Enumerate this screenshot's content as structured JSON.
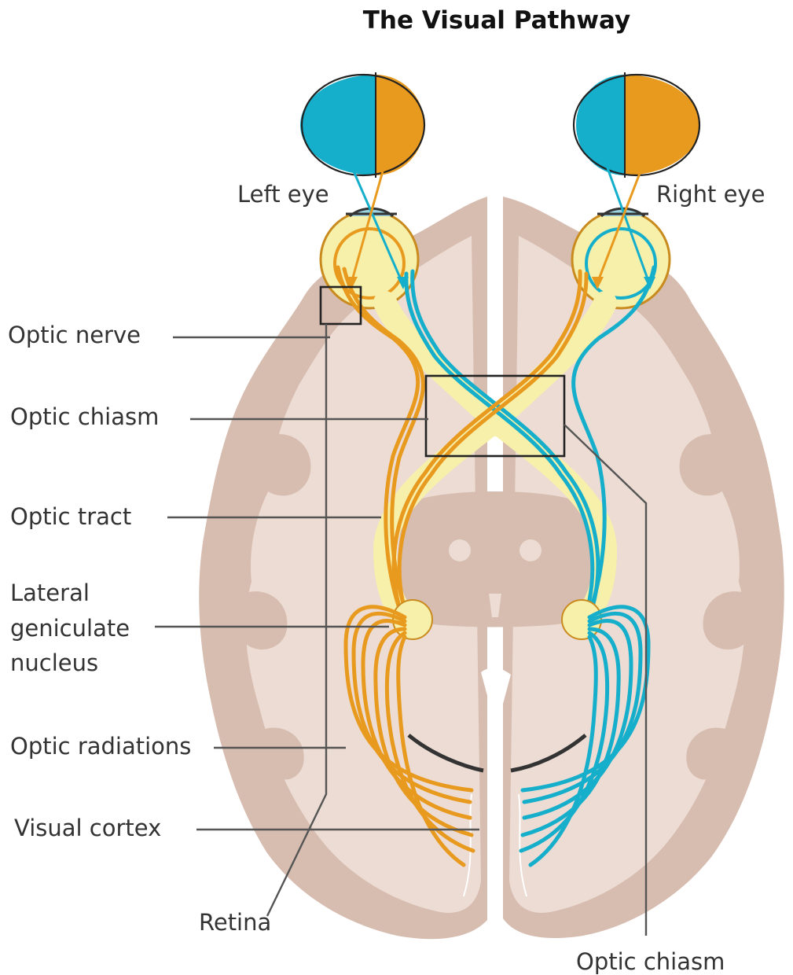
{
  "title": "The Visual Pathway",
  "labels": {
    "left_eye": "Left eye",
    "right_eye": "Right eye",
    "optic_nerve": "Optic  nerve",
    "optic_chiasm": "Optic chiasm",
    "optic_tract": "Optic tract",
    "lgn_line1": "Lateral",
    "lgn_line2": "geniculate",
    "lgn_line3": "nucleus",
    "optic_radiations": "Optic radiations",
    "visual_cortex": "Visual cortex",
    "retina": "Retina",
    "optic_chiasm_bottom": "Optic chiasm"
  },
  "colors": {
    "left_field": "#15AECB",
    "right_field": "#E89A1F",
    "brain_outer": "#D7BCB0",
    "brain_inner": "#ECDCD3",
    "eyeball": "#F6F0AA",
    "outline": "#222222"
  }
}
